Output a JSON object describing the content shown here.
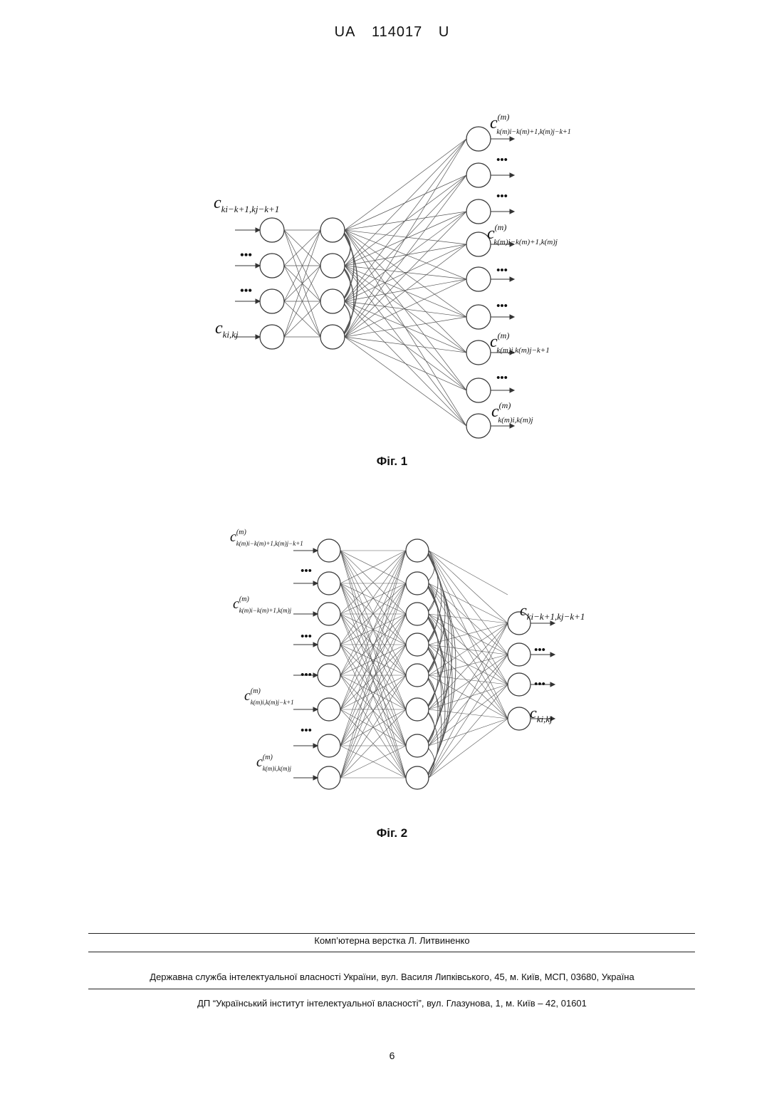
{
  "header": {
    "country": "UA",
    "number": "114017",
    "kind": "U"
  },
  "figure1": {
    "caption": "Фіг. 1",
    "label_in_top": "c",
    "label_in_top_sub": "ki−k+1,kj−k+1",
    "label_in_bot": "c",
    "label_in_bot_sub": "ki,kj",
    "label_out_1": "c",
    "label_out_1_sup": "(m)",
    "label_out_1_sub": "k(m)i−k(m)+1,k(m)j−k+1",
    "label_out_2": "c",
    "label_out_2_sup": "(m)",
    "label_out_2_sub": "k(m)i−k(m)+1,k(m)j",
    "label_out_3": "c",
    "label_out_3_sup": "(m)",
    "label_out_3_sub": "k(m)i,k(m)j−k+1",
    "label_out_4": "c",
    "label_out_4_sup": "(m)",
    "label_out_4_sub": "k(m)i,k(m)j",
    "dots": "•••"
  },
  "figure2": {
    "caption": "Фіг. 2",
    "label_in_1": "c",
    "label_in_1_sup": "(m)",
    "label_in_1_sub": "k(m)i−k(m)+1,k(m)j−k+1",
    "label_in_2": "c",
    "label_in_2_sup": "(m)",
    "label_in_2_sub": "k(m)i−k(m)+1,k(m)j",
    "label_in_3": "c",
    "label_in_3_sup": "(m)",
    "label_in_3_sub": "k(m)i,k(m)j−k+1",
    "label_in_4": "c",
    "label_in_4_sup": "(m)",
    "label_in_4_sub": "k(m)i,k(m)j",
    "label_out_top": "c",
    "label_out_top_sub": "ki−k+1,kj−k+1",
    "label_out_bot": "c",
    "label_out_bot_sub": "ki,kj",
    "dots": "•••"
  },
  "footer": {
    "layout": "Комп’ютерна верстка Л. Литвиненко",
    "agency": "Державна служба інтелектуальної власності України, вул. Василя Липківського, 45, м. Київ, МСП, 03680, Україна",
    "institute": "ДП “Український інститут інтелектуальної власності”, вул. Глазунова, 1, м. Київ – 42, 01601"
  },
  "page_number": "6"
}
